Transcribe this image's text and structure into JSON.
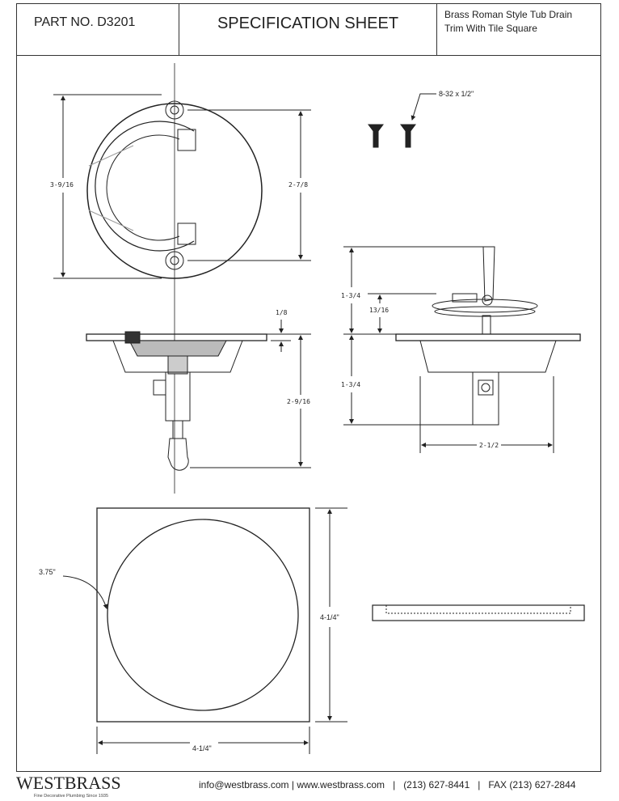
{
  "header": {
    "part_no": "PART NO.  D3201",
    "title": "SPECIFICATION SHEET",
    "description_line1": "Brass Roman Style Tub Drain",
    "description_line2": "Trim With Tile Square"
  },
  "dimensions": {
    "top_outer_diameter": "3-9/16",
    "top_hole_spacing": "2-7/8",
    "screw": "8-32 x 1/2\"",
    "flange_thickness": "1/8",
    "left_overall_height": "2-9/16",
    "right_upper_height": "1-3/4",
    "right_lever_height": "13/16",
    "right_lower_height": "1-3/4",
    "right_body_width": "2-1/2",
    "circle_diameter": "3.75\"",
    "square_height": "4-1/4\"",
    "square_width": "4-1/4\""
  },
  "footer": {
    "brand": "WESTBRASS",
    "tagline": "Fine Decorative Plumbing Since 1935",
    "email": "info@westbrass.com",
    "website": "www.westbrass.com",
    "phone": "(213) 627-8441",
    "fax": "FAX (213) 627-2844"
  }
}
